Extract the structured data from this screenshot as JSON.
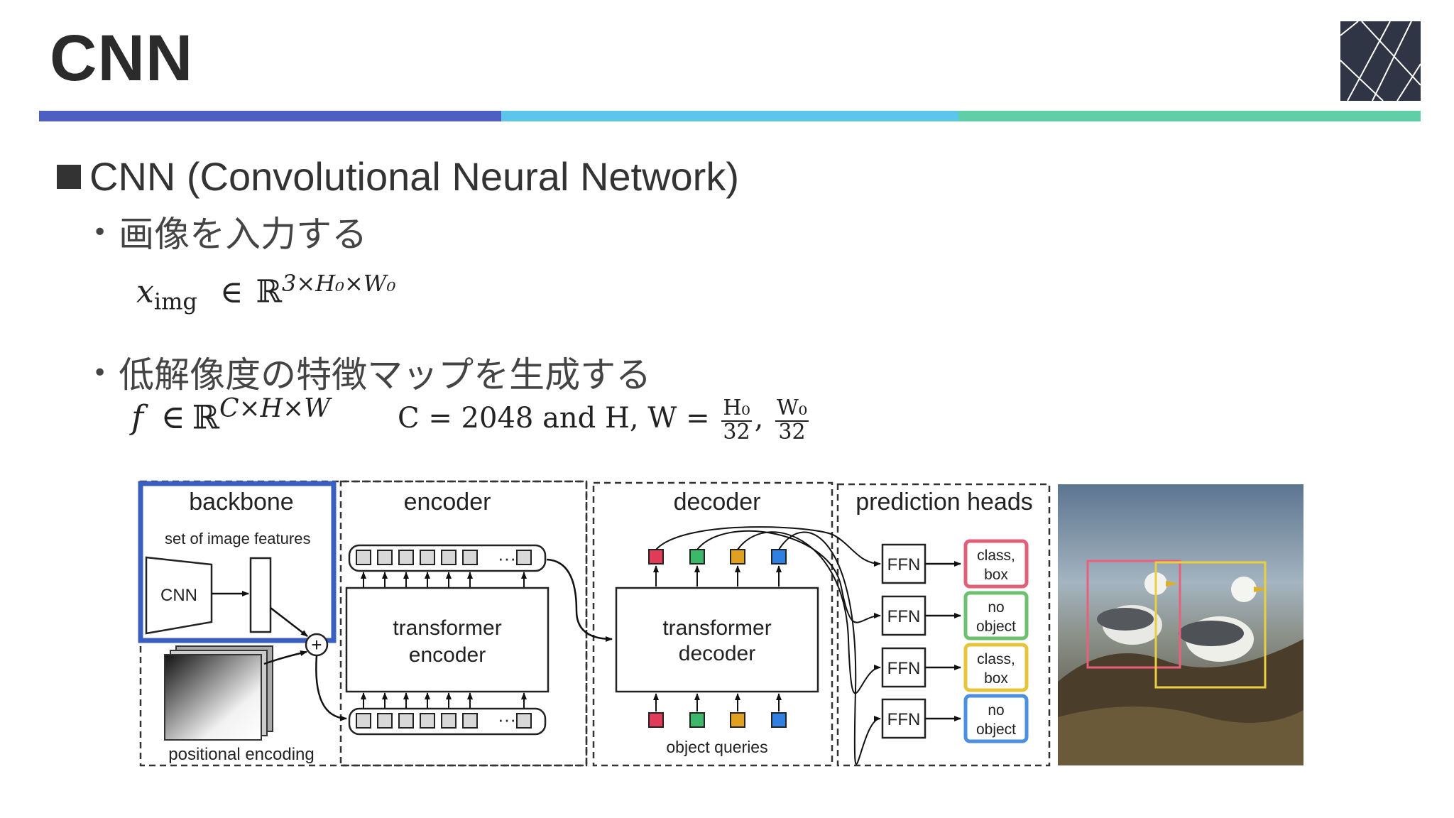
{
  "slide": {
    "title": "CNN",
    "heading": "CNN (Convolutional Neural Network)",
    "bullets": [
      "画像を入力する",
      "低解像度の特徴マップを生成する"
    ],
    "bullet_mark": "•"
  },
  "colors": {
    "rule": [
      "#4e5fc4",
      "#5bc6ea",
      "#5ecfa6"
    ],
    "logo_bg": "#2f3544",
    "highlight": "#3b5fbf"
  },
  "math": {
    "eq1": {
      "lhs": "x",
      "lhs_sub": "img",
      "rel": "∈",
      "set": "ℝ",
      "sup": "3×H₀×W₀"
    },
    "eq2": {
      "lhs": "f",
      "rel": "∈",
      "set": "ℝ",
      "sup": "C×H×W"
    },
    "eq3": {
      "text1": "C = 2048 and H, W =",
      "frac1_num": "H₀",
      "frac1_den": "32",
      "comma": ",",
      "frac2_num": "W₀",
      "frac2_den": "32"
    }
  },
  "diagram": {
    "backbone": {
      "title": "backbone",
      "features": "set of image features",
      "cnn": "CNN",
      "plus": "+",
      "pos_enc": "positional encoding"
    },
    "encoder": {
      "title": "encoder",
      "box_line1": "transformer",
      "box_line2": "encoder",
      "dots": "···"
    },
    "decoder": {
      "title": "decoder",
      "box_line1": "transformer",
      "box_line2": "decoder",
      "queries": "object queries"
    },
    "heads": {
      "title": "prediction heads",
      "ffn": "FFN",
      "outputs": [
        {
          "line1": "class,",
          "line2": "box",
          "color": "#e0607a"
        },
        {
          "line1": "no",
          "line2": "object",
          "color": "#6cc070"
        },
        {
          "line1": "class,",
          "line2": "box",
          "color": "#e7c43a"
        },
        {
          "line1": "no",
          "line2": "object",
          "color": "#4a8fe0"
        }
      ]
    },
    "query_colors": [
      "#e03c5a",
      "#3cb86a",
      "#e0a020",
      "#2f80e0"
    ],
    "photo_boxes": [
      "#e8607a",
      "#e8d040"
    ]
  }
}
